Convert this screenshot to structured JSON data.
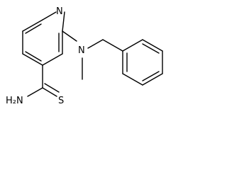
{
  "molecule": {
    "atoms": {
      "ring_nitrogen": "N",
      "amine_nitrogen": "N",
      "thioamide_sulfur": "S",
      "thioamide_amine": "H₂N"
    },
    "colors": {
      "bond": "#000000",
      "label": "#000000",
      "background": "#ffffff"
    }
  }
}
